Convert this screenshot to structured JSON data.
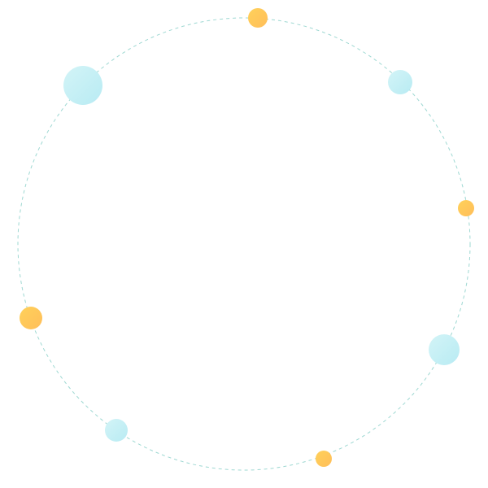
{
  "colors": {
    "background": "#ffffff",
    "ring_stroke": "#9ed8d2",
    "orange_light": "#ffd15a",
    "orange_dark": "#ffbe5a",
    "blue_light": "#d3f4f7",
    "blue_dark": "#b8ebf3"
  },
  "ring": {
    "style": "dashed"
  },
  "dots": [
    {
      "name": "orange-dot-top",
      "tone": "orange"
    },
    {
      "name": "blue-dot-top-right",
      "tone": "blue"
    },
    {
      "name": "orange-dot-right",
      "tone": "orange"
    },
    {
      "name": "blue-dot-lower-right",
      "tone": "blue"
    },
    {
      "name": "orange-dot-bottom",
      "tone": "orange"
    },
    {
      "name": "blue-dot-bottom-left",
      "tone": "blue"
    },
    {
      "name": "orange-dot-left",
      "tone": "orange"
    },
    {
      "name": "blue-dot-top-left",
      "tone": "blue"
    }
  ]
}
